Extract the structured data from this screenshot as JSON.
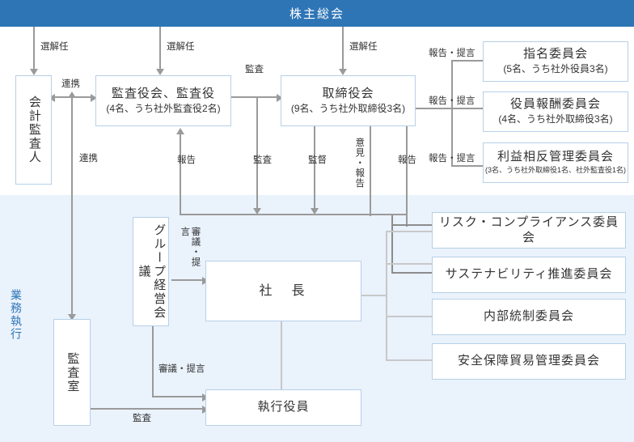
{
  "diagram": {
    "title": "株主総会",
    "section_labels": [
      {
        "id": "exec",
        "text": "業務執行",
        "color": "#2e75b6"
      }
    ],
    "colors": {
      "title_bar": "#2e75b6",
      "exec_band": "#eaf2fc",
      "box_border": "#b6d0e8",
      "connector": "#9a9a9a",
      "connector_light": "#c8c8c8",
      "text": "#333333"
    },
    "nodes": {
      "shareholders_meeting": {
        "label": "株主総会"
      },
      "accounting_auditor": {
        "label": "会計監査人"
      },
      "audit_board": {
        "label": "監査役会、監査役",
        "sub": "(4名、うち社外監査役2名)"
      },
      "board_of_directors": {
        "label": "取締役会",
        "sub": "(9名、うち社外取締役3名)"
      },
      "nomination_committee": {
        "label": "指名委員会",
        "sub": "(5名、うち社外役員3名)"
      },
      "compensation_committee": {
        "label": "役員報酬委員会",
        "sub": "(4名、うち社外取締役3名)"
      },
      "conflict_committee": {
        "label": "利益相反管理委員会",
        "sub": "(3名、うち社外取締役1名、社外監査役1名)"
      },
      "group_management_meeting": {
        "label": "グループ経営会議"
      },
      "president": {
        "label": "社　長"
      },
      "executive_officers": {
        "label": "執行役員"
      },
      "audit_office": {
        "label": "監査室"
      },
      "risk_compliance_committee": {
        "label": "リスク・コンプライアンス委員会"
      },
      "sustainability_committee": {
        "label": "サステナビリティ推進委員会"
      },
      "internal_control_committee": {
        "label": "内部統制委員会"
      },
      "security_trade_committee": {
        "label": "安全保障貿易管理委員会"
      }
    },
    "edge_labels": {
      "appoint_auditor": "選解任",
      "appoint_audit_board": "選解任",
      "appoint_board": "選解任",
      "cooperate_top": "連携",
      "cooperate_bottom": "連携",
      "audit_board_to_board": "監査",
      "report_to_audit_board": "報告",
      "audit_down": "監査",
      "supervise_down": "監督",
      "opinion_report": "意見・報告",
      "report_to_board": "報告",
      "report_proposal_1": "報告・提言",
      "report_proposal_2": "報告・提言",
      "report_proposal_3": "報告・提言",
      "deliberation_1": "審議・提言",
      "deliberation_2": "審議・提言",
      "audit_exec": "監査"
    }
  }
}
